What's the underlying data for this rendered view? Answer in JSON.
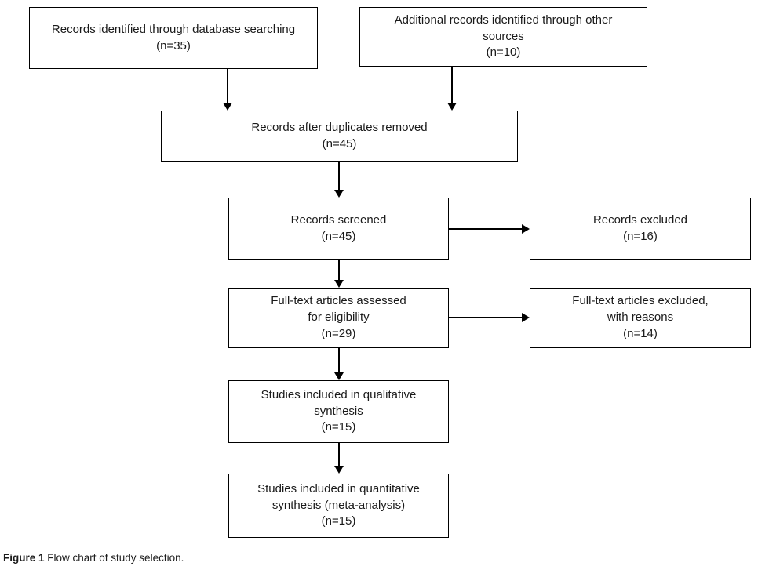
{
  "figure": {
    "caption_label": "Figure 1",
    "caption_text": " Flow chart of study selection."
  },
  "flowchart": {
    "colors": {
      "border": "#000000",
      "text": "#1a1a1a",
      "background": "#ffffff"
    },
    "nodes": [
      {
        "id": "records-identified",
        "text": "Records identified through database searching\n(n=35)"
      },
      {
        "id": "additional-records",
        "text": "Additional records identified through other\nsources\n(n=10)"
      },
      {
        "id": "after-duplicates",
        "text": "Records after duplicates removed\n(n=45)"
      },
      {
        "id": "records-screened",
        "text": "Records screened\n(n=45)"
      },
      {
        "id": "records-excluded",
        "text": "Records excluded\n(n=16)"
      },
      {
        "id": "fulltext-assessed",
        "text": "Full-text articles assessed\nfor eligibility\n(n=29)"
      },
      {
        "id": "fulltext-excluded",
        "text": "Full-text articles excluded,\nwith reasons\n(n=14)"
      },
      {
        "id": "qualitative-synthesis",
        "text": "Studies included in qualitative\nsynthesis\n(n=15)"
      },
      {
        "id": "quantitative-synthesis",
        "text": "Studies included in quantitative\nsynthesis (meta-analysis)\n(n=15)"
      }
    ],
    "edges": [
      {
        "from": "records-identified",
        "to": "after-duplicates"
      },
      {
        "from": "additional-records",
        "to": "after-duplicates"
      },
      {
        "from": "after-duplicates",
        "to": "records-screened"
      },
      {
        "from": "records-screened",
        "to": "records-excluded"
      },
      {
        "from": "records-screened",
        "to": "fulltext-assessed"
      },
      {
        "from": "fulltext-assessed",
        "to": "fulltext-excluded"
      },
      {
        "from": "fulltext-assessed",
        "to": "qualitative-synthesis"
      },
      {
        "from": "qualitative-synthesis",
        "to": "quantitative-synthesis"
      }
    ]
  }
}
